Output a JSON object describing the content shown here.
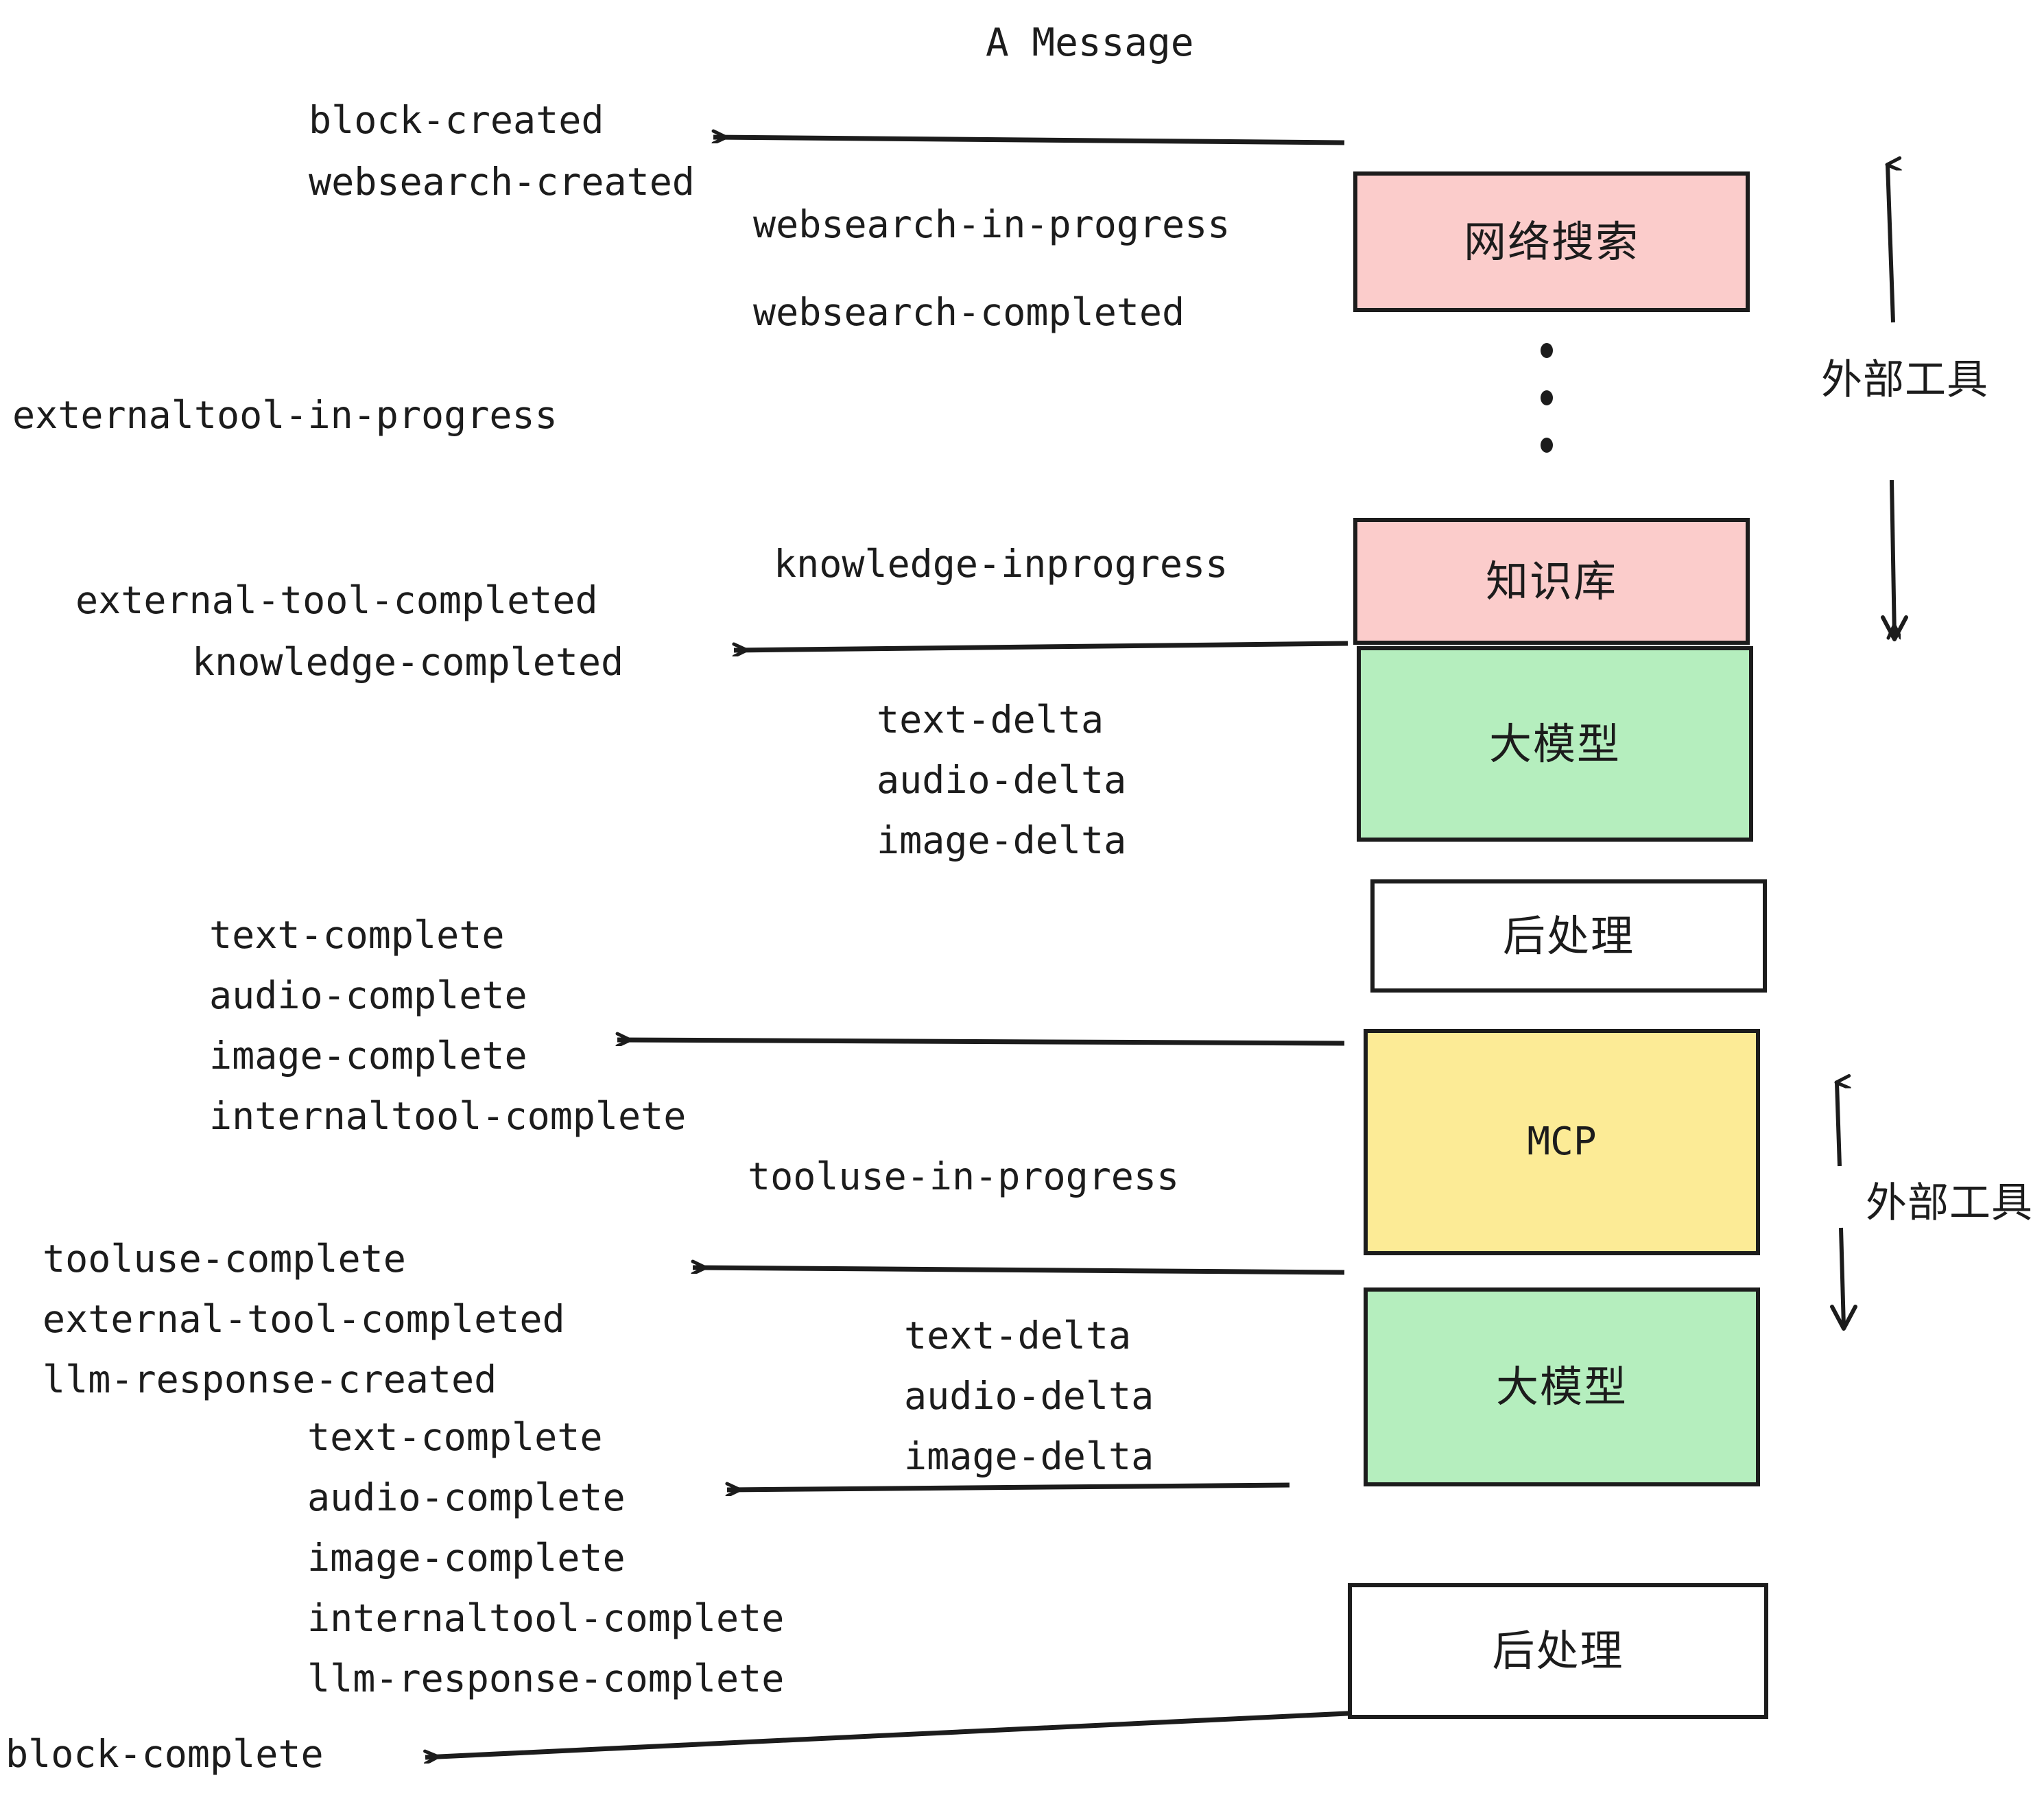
{
  "diagram": {
    "title": "A Message",
    "colors": {
      "pink": "#FBCCCB",
      "green": "#B5EEBE",
      "yellow": "#FCEB96",
      "white": "#FFFFFF",
      "stroke": "#1C1C1C"
    },
    "nodes": [
      {
        "id": "websearch",
        "label": "网络搜索",
        "fill": "#FBCCCB",
        "mono": false
      },
      {
        "id": "knowledge",
        "label": "知识库",
        "fill": "#FBCCCB",
        "mono": false
      },
      {
        "id": "llm-1",
        "label": "大模型",
        "fill": "#B5EEBE",
        "mono": false
      },
      {
        "id": "postprocess-1",
        "label": "后处理",
        "fill": "#FFFFFF",
        "mono": false
      },
      {
        "id": "mcp",
        "label": "MCP",
        "fill": "#FCEB96",
        "mono": true
      },
      {
        "id": "llm-2",
        "label": "大模型",
        "fill": "#B5EEBE",
        "mono": false
      },
      {
        "id": "postprocess-2",
        "label": "后处理",
        "fill": "#FFFFFF",
        "mono": false
      }
    ],
    "side_labels": [
      {
        "id": "ext-tools-top",
        "text": "外部工具"
      },
      {
        "id": "ext-tools-bottom",
        "text": "外部工具"
      }
    ],
    "events": [
      {
        "id": "e01",
        "text": "block-created"
      },
      {
        "id": "e02",
        "text": "websearch-created"
      },
      {
        "id": "e03",
        "text": "websearch-in-progress"
      },
      {
        "id": "e04",
        "text": "websearch-completed"
      },
      {
        "id": "e05",
        "text": "externaltool-in-progress"
      },
      {
        "id": "e06",
        "text": "knowledge-inprogress"
      },
      {
        "id": "e07",
        "text": "external-tool-completed"
      },
      {
        "id": "e08",
        "text": "knowledge-completed"
      },
      {
        "id": "e09",
        "text": "text-delta"
      },
      {
        "id": "e10",
        "text": "audio-delta"
      },
      {
        "id": "e11",
        "text": "image-delta"
      },
      {
        "id": "e12",
        "text": "text-complete"
      },
      {
        "id": "e13",
        "text": "audio-complete"
      },
      {
        "id": "e14",
        "text": "image-complete"
      },
      {
        "id": "e15",
        "text": "internaltool-complete"
      },
      {
        "id": "e16",
        "text": "tooluse-in-progress"
      },
      {
        "id": "e17",
        "text": "tooluse-complete"
      },
      {
        "id": "e18",
        "text": "external-tool-completed"
      },
      {
        "id": "e19",
        "text": "llm-response-created"
      },
      {
        "id": "e20",
        "text": "text-complete"
      },
      {
        "id": "e21",
        "text": "audio-complete"
      },
      {
        "id": "e22",
        "text": "image-complete"
      },
      {
        "id": "e23",
        "text": "internaltool-complete"
      },
      {
        "id": "e24",
        "text": "llm-response-complete"
      },
      {
        "id": "e25",
        "text": "text-delta"
      },
      {
        "id": "e26",
        "text": "audio-delta"
      },
      {
        "id": "e27",
        "text": "image-delta"
      },
      {
        "id": "e28",
        "text": "block-complete"
      }
    ]
  }
}
